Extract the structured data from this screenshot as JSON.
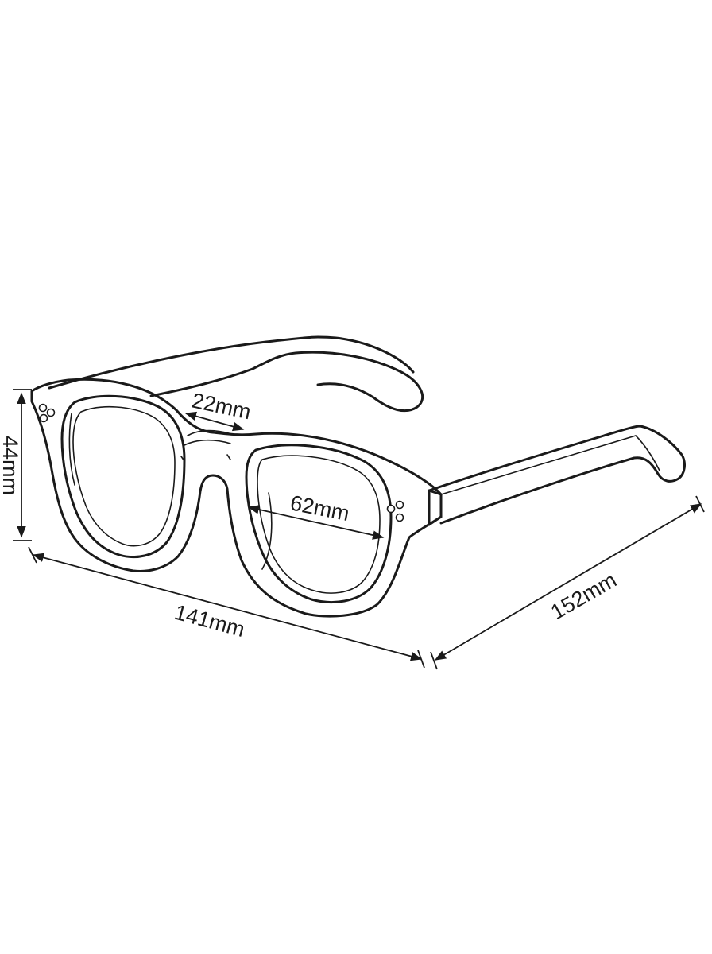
{
  "dimensions": {
    "bridge_width": "22mm",
    "lens_width": "62mm",
    "lens_height": "44mm",
    "frame_width": "141mm",
    "temple_length": "152mm"
  },
  "colors": {
    "line": "#1a1a1a",
    "background": "#ffffff"
  }
}
